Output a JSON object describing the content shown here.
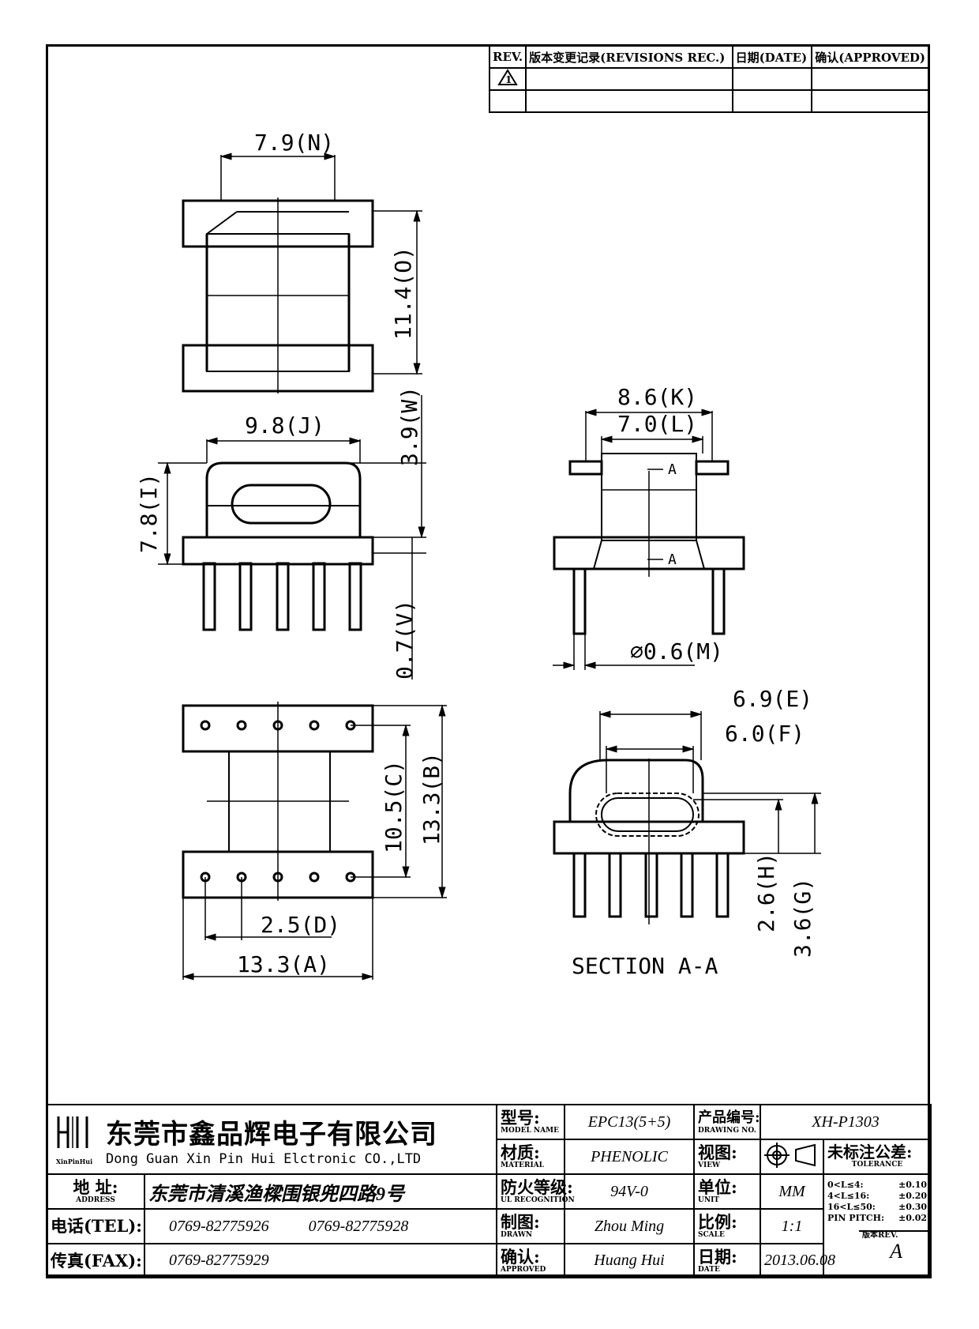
{
  "revision_block": {
    "rev_header": "REV.",
    "record_header": "版本变更记录(REVISIONS REC.)",
    "date_header": "日期(DATE)",
    "approved_header": "确认(APPROVED)",
    "rev_mark": "1"
  },
  "dimensions": {
    "n": "7.9(N)",
    "o": "11.4(O)",
    "j": "9.8(J)",
    "w": "3.9(W)",
    "i": "7.8(I)",
    "v": "0.7(V)",
    "k": "8.6(K)",
    "l": "7.0(L)",
    "m": "⌀0.6(M)",
    "c": "10.5(C)",
    "b": "13.3(B)",
    "d": "2.5(D)",
    "a": "13.3(A)",
    "e": "6.9(E)",
    "f": "6.0(F)",
    "h": "2.6(H)",
    "g": "3.6(G)",
    "section_marker": "A"
  },
  "section_label": "SECTION A-A",
  "title_block": {
    "logo_text": "XinPinHui",
    "company_cn": "东莞市鑫品辉电子有限公司",
    "company_en": "Dong Guan Xin Pin Hui Elctronic CO.,LTD",
    "model_label": "型号:",
    "model_sub": "MODEL NAME",
    "model_value": "EPC13(5+5)",
    "drawing_no_label": "产品编号:",
    "drawing_no_sub": "DRAWING NO.",
    "drawing_no_value": "XH-P1303",
    "material_label": "材质:",
    "material_sub": "MATERIAL",
    "material_value": "PHENOLIC",
    "view_label": "视图:",
    "view_sub": "VIEW",
    "tolerance_label": "未标注公差:",
    "tolerance_sub": "TOLERANCE",
    "address_label": "地 址:",
    "address_sub": "ADDRESS",
    "address_value": "东莞市清溪渔樑围银兜四路9号",
    "flame_label": "防火等级:",
    "flame_sub": "UL RECOGNITION",
    "flame_value": "94V-0",
    "unit_label": "单位:",
    "unit_sub": "UNIT",
    "unit_value": "MM",
    "tel_label": "电话(TEL):",
    "tel_1": "0769-82775926",
    "tel_2": "0769-82775928",
    "drawn_label": "制图:",
    "drawn_sub": "DRAWN",
    "drawn_value": "Zhou Ming",
    "scale_label": "比例:",
    "scale_sub": "SCALE",
    "scale_value": "1:1",
    "fax_label": "传真(FAX):",
    "fax_value": "0769-82775929",
    "approved_label": "确认:",
    "approved_sub": "APPROVED",
    "approved_value": "Huang Hui",
    "date_label": "日期:",
    "date_sub": "DATE",
    "date_value": "2013.06.08",
    "rev_label": "版本REV.",
    "rev_value": "A",
    "tolerances": [
      {
        "range": "0<L≤4:",
        "tol": "±0.10"
      },
      {
        "range": "4<L≤16:",
        "tol": "±0.20"
      },
      {
        "range": "16<L≤50:",
        "tol": "±0.30"
      },
      {
        "range": "PIN PITCH:",
        "tol": "±0.02"
      }
    ]
  }
}
